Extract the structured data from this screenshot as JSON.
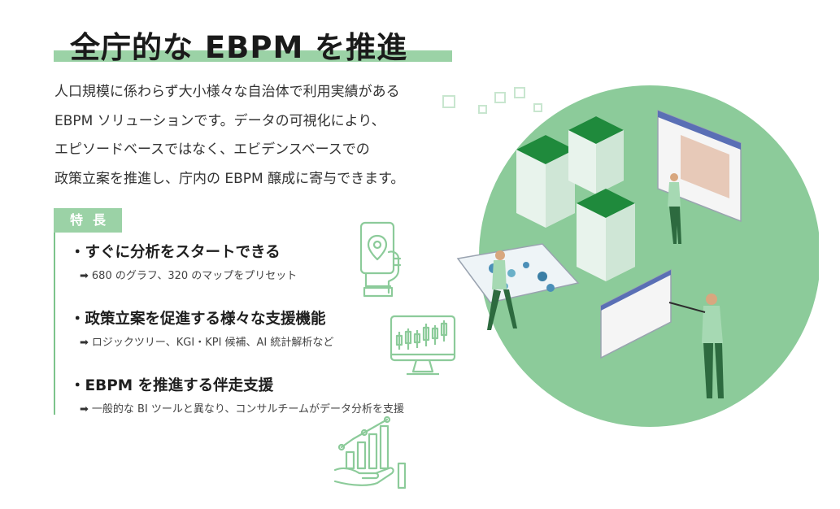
{
  "title": "全庁的な EBPM を推進",
  "intro": [
    "人口規模に係わらず大小様々な自治体で利用実績がある",
    "EBPM ソリューションです。データの可視化により、",
    "エピソードベースではなく、エビデンスベースでの",
    "政策立案を推進し、庁内の EBPM 醸成に寄与できます。"
  ],
  "features_label": "特長",
  "features": [
    {
      "title": "・すぐに分析をスタートできる",
      "arrow": "➡",
      "detail": "680 のグラフ、320 のマップをプリセット",
      "icon": "smartphone-map-pin-icon"
    },
    {
      "title": "・政策立案を促進する様々な支援機能",
      "arrow": "➡",
      "detail": "ロジックツリー、KGI・KPI 候補、AI 統計解析など",
      "icon": "monitor-candlestick-chart-icon"
    },
    {
      "title": "・EBPM を推進する伴走支援",
      "arrow": "➡",
      "detail": "一般的な BI ツールと異なり、コンサルチームがデータ分析を支援",
      "icon": "hand-growth-chart-icon"
    }
  ],
  "colors": {
    "accent": "#9bd2a6",
    "accent_line": "#7cc38b",
    "circle": "#8ccb9a",
    "server_green": "#1f8a3c",
    "icon_stroke": "#8ccb9a"
  }
}
